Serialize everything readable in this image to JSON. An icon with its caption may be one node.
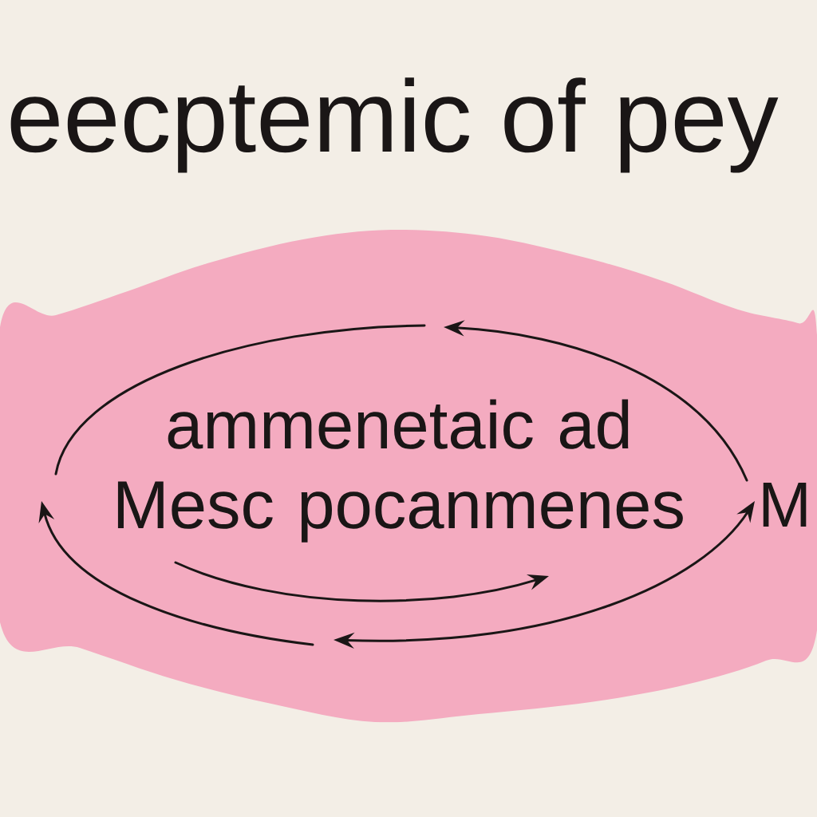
{
  "diagram": {
    "title": "eecptemic of pey",
    "nodes": [
      {
        "text": [
          "ammenetaic ad Mesc pocanmenes"
        ]
      }
    ],
    "labels": [
      "M"
    ]
  }
}
